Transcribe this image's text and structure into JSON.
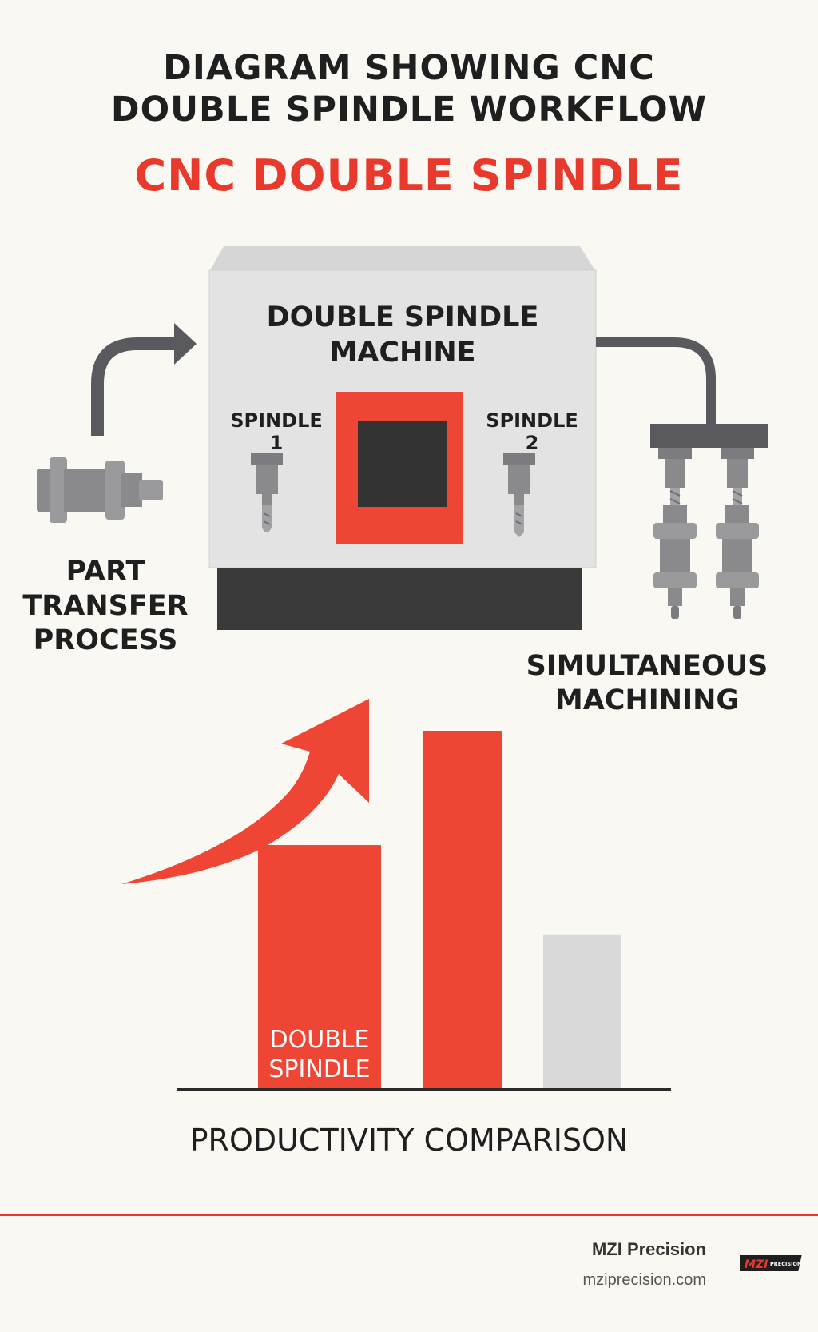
{
  "header": {
    "title_line1": "DIAGRAM SHOWING CNC",
    "title_line2": "DOUBLE SPINDLE WORKFLOW",
    "subtitle": "CNC DOUBLE SPINDLE"
  },
  "machine": {
    "label_line1": "DOUBLE SPINDLE",
    "label_line2": "MACHINE",
    "spindle1_label": "SPINDLE 1",
    "spindle2_label": "SPINDLE 2"
  },
  "part_transfer": {
    "line1": "PART",
    "line2": "TRANSFER",
    "line3": "PROCESS"
  },
  "simultaneous": {
    "line1": "SIMULTANEOUS",
    "line2": "MACHINING"
  },
  "chart_data": {
    "type": "bar",
    "title": "PRODUCTIVITY COMPARISON",
    "bar_label_line1": "DOUBLE",
    "bar_label_line2": "SPINDLE",
    "values": [
      0.68,
      1.0,
      0.43
    ],
    "colors": [
      "#ef4535",
      "#ef4535",
      "#d9d9d9"
    ],
    "trend_arrow": "up"
  },
  "footer": {
    "brand": "MZI Precision",
    "url": "mziprecision.com",
    "logo_text": "MZI",
    "logo_subtext": "PRECISION"
  },
  "colors": {
    "accent": "#e8392c",
    "bar_red": "#ef4535",
    "bar_gray": "#d9d9d9",
    "machine_body": "#e3e3e3",
    "dark": "#3a3a3a",
    "metal": "#8a8a8d"
  }
}
